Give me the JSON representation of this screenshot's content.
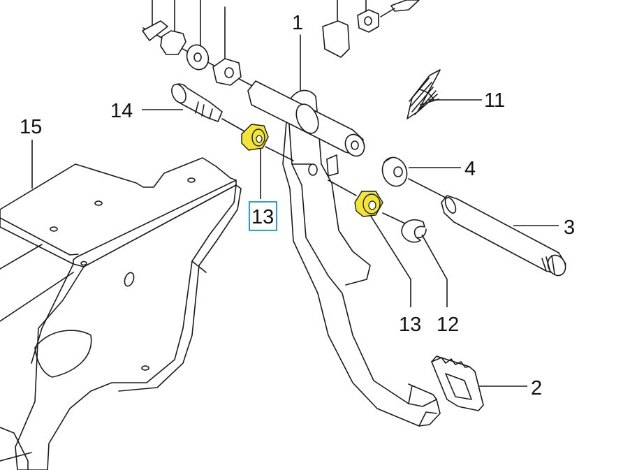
{
  "diagram": {
    "colors": {
      "line": "#1a1a1a",
      "highlight_part": "#f2e535",
      "highlight_box": "#2aa0d4",
      "background": "#ffffff"
    },
    "labels": {
      "part_1": "1",
      "part_2": "2",
      "part_3": "3",
      "part_4": "4",
      "part_11": "11",
      "part_12": "12",
      "part_13_selected": "13",
      "part_13": "13",
      "part_14": "14",
      "part_15": "15"
    }
  }
}
